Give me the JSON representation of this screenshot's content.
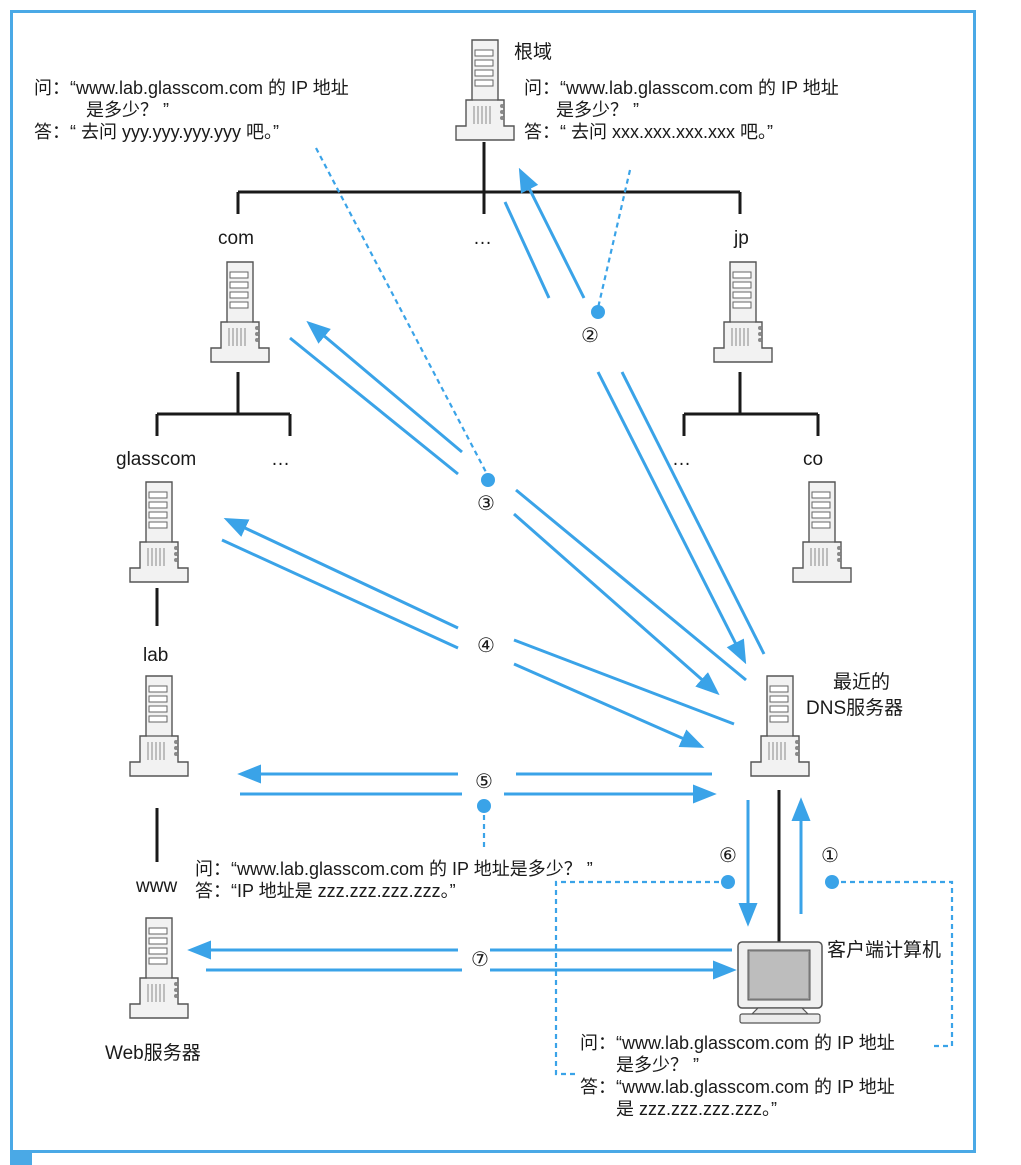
{
  "nodes": {
    "root": "根域",
    "com": "com",
    "dots_top": "…",
    "jp": "jp",
    "glasscom": "glasscom",
    "dots_com": "…",
    "dots_jp": "…",
    "co": "co",
    "lab": "lab",
    "www": "www",
    "web_server": "Web服务器",
    "dns_line1": "最近的",
    "dns_line2": "DNS服务器",
    "client": "客户端计算机"
  },
  "steps": [
    "①",
    "②",
    "③",
    "④",
    "⑤",
    "⑥",
    "⑦"
  ],
  "notes": {
    "root_exchange": {
      "q1": "问：“www.lab.glasscom.com 的 IP 地址",
      "q2": "是多少？ ”",
      "a": "答：“ 去问 xxx.xxx.xxx.xxx 吧。”"
    },
    "com_exchange": {
      "q1": "问：“www.lab.glasscom.com 的 IP 地址",
      "q2": "是多少？ ”",
      "a": "答：“ 去问 yyy.yyy.yyy.yyy 吧。”"
    },
    "lab_exchange": {
      "q": "问：“www.lab.glasscom.com 的 IP 地址是多少？ ”",
      "a": "答：“IP 地址是 zzz.zzz.zzz.zzz。”"
    },
    "client_exchange": {
      "q1": "问：“www.lab.glasscom.com 的 IP 地址",
      "q2": "是多少？ ”",
      "a1": "答：“www.lab.glasscom.com 的 IP 地址",
      "a2": "是 zzz.zzz.zzz.zzz。”"
    }
  },
  "colors": {
    "accent": "#3aa3e8",
    "frame": "#4aa9e6",
    "tree": "#1a1a1a"
  }
}
